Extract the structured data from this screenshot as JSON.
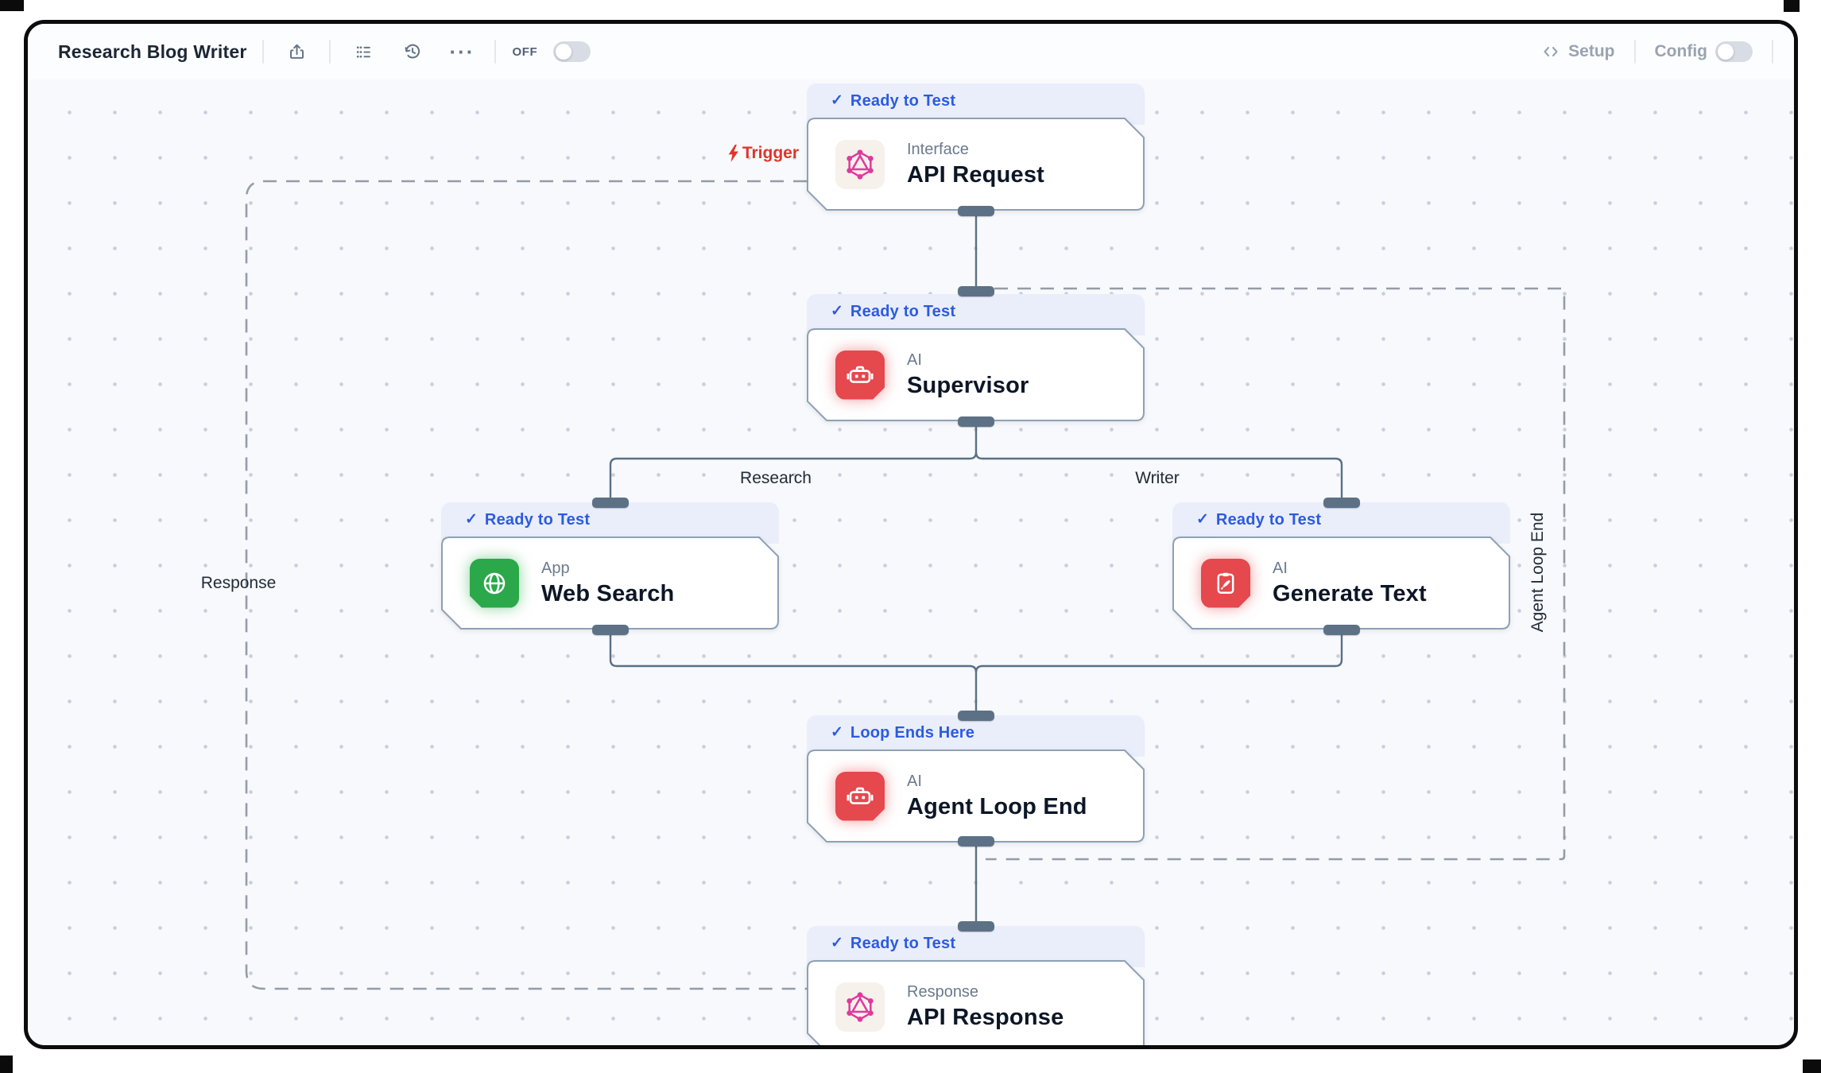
{
  "header": {
    "title": "Research Blog Writer",
    "off_label": "OFF",
    "setup_label": "Setup",
    "config_label": "Config"
  },
  "glyphs": {
    "check": "✓",
    "ellipsis": "···"
  },
  "nodes": [
    {
      "badge": "Ready to Test",
      "type": "Interface",
      "title": "API Request"
    },
    {
      "badge": "Ready to Test",
      "type": "AI",
      "title": "Supervisor"
    },
    {
      "badge": "Ready to Test",
      "type": "App",
      "title": "Web Search"
    },
    {
      "badge": "Ready to Test",
      "type": "AI",
      "title": "Generate Text"
    },
    {
      "badge": "Loop Ends Here",
      "type": "AI",
      "title": "Agent Loop End"
    },
    {
      "badge": "Ready to Test",
      "type": "Response",
      "title": "API Response"
    }
  ],
  "edge_labels": {
    "trigger": "Trigger",
    "research": "Research",
    "writer": "Writer",
    "response": "Response",
    "agent_loop_end": "Agent Loop End"
  },
  "colors": {
    "badge_blue": "#2b5be0",
    "node_red": "#e5484d",
    "node_green": "#2aa84a",
    "node_pink": "#df3a9b",
    "trigger_red": "#e0342c",
    "connector": "#5a7086"
  }
}
